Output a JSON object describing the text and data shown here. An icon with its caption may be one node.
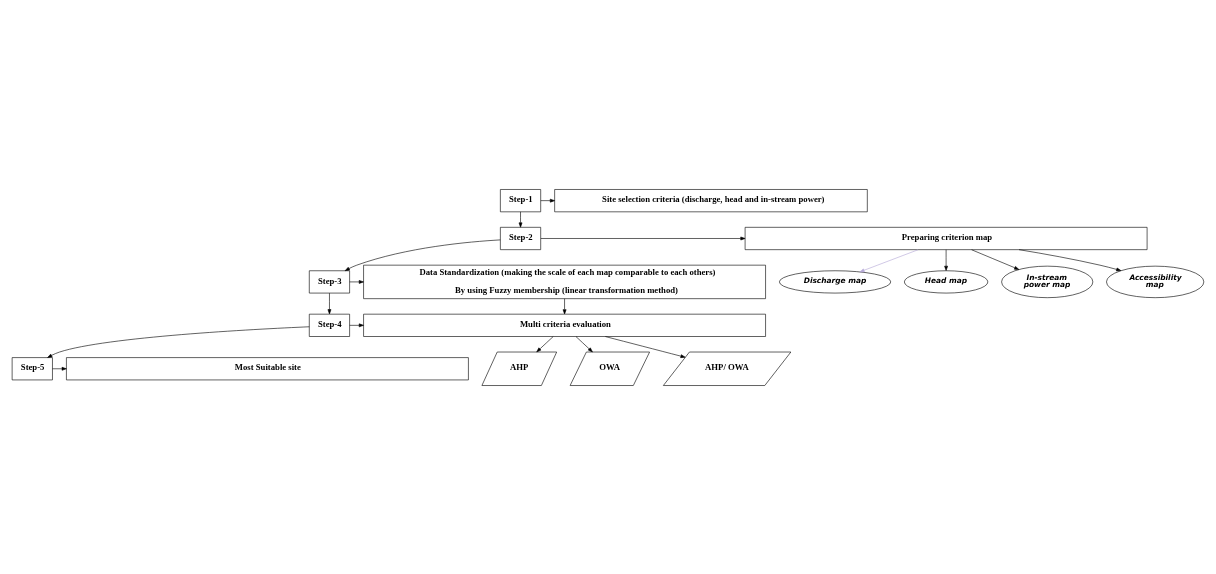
{
  "diagram": {
    "nodes": [
      {
        "text": [
          "Step-1"
        ]
      },
      {
        "text": [
          "Site selection criteria (discharge, head and in-stream power)"
        ]
      },
      {
        "text": [
          "Step-2"
        ]
      },
      {
        "text": [
          "Preparing criterion map"
        ]
      },
      {
        "text": [
          "Discharge map"
        ]
      },
      {
        "text": [
          "Head map"
        ]
      },
      {
        "text": [
          "In-stream power map"
        ]
      },
      {
        "text": [
          "Accessibility map"
        ]
      },
      {
        "text": [
          "Step-3"
        ]
      },
      {
        "text": [
          "Data Standardization (making the scale of each map comparable to each others)",
          "By using Fuzzy membership (linear transformation method)"
        ]
      },
      {
        "text": [
          "Step-4"
        ]
      },
      {
        "text": [
          "Multi criteria evaluation"
        ]
      },
      {
        "text": [
          "AHP"
        ]
      },
      {
        "text": [
          "OWA"
        ]
      },
      {
        "text": [
          "AHP/ OWA"
        ]
      },
      {
        "text": [
          "Step-5"
        ]
      },
      {
        "text": [
          "Most Suitable site"
        ]
      }
    ],
    "edges": [
      {
        "from": 0,
        "to": 1,
        "arrow": "to"
      },
      {
        "from": 0,
        "to": 2,
        "arrow": "to"
      },
      {
        "from": 2,
        "to": 3,
        "arrow": "to"
      },
      {
        "from": 3,
        "to": 4,
        "arrow": "to",
        "color": "#b4a7d6"
      },
      {
        "from": 3,
        "to": 5,
        "arrow": "to"
      },
      {
        "from": 3,
        "to": 6,
        "arrow": "to"
      },
      {
        "from": 3,
        "to": 7,
        "arrow": "to"
      },
      {
        "from": 2,
        "to": 8,
        "arrow": "to"
      },
      {
        "from": 8,
        "to": 9,
        "arrow": "to"
      },
      {
        "from": 8,
        "to": 10,
        "arrow": "to"
      },
      {
        "from": 9,
        "to": 11,
        "arrow": "to"
      },
      {
        "from": 10,
        "to": 11,
        "arrow": "to"
      },
      {
        "from": 11,
        "to": 12,
        "arrow": "to"
      },
      {
        "from": 11,
        "to": 13,
        "arrow": "to"
      },
      {
        "from": 11,
        "to": 14,
        "arrow": "to"
      },
      {
        "from": 10,
        "to": 15,
        "arrow": "to"
      },
      {
        "from": 15,
        "to": 16,
        "arrow": "to"
      }
    ]
  }
}
